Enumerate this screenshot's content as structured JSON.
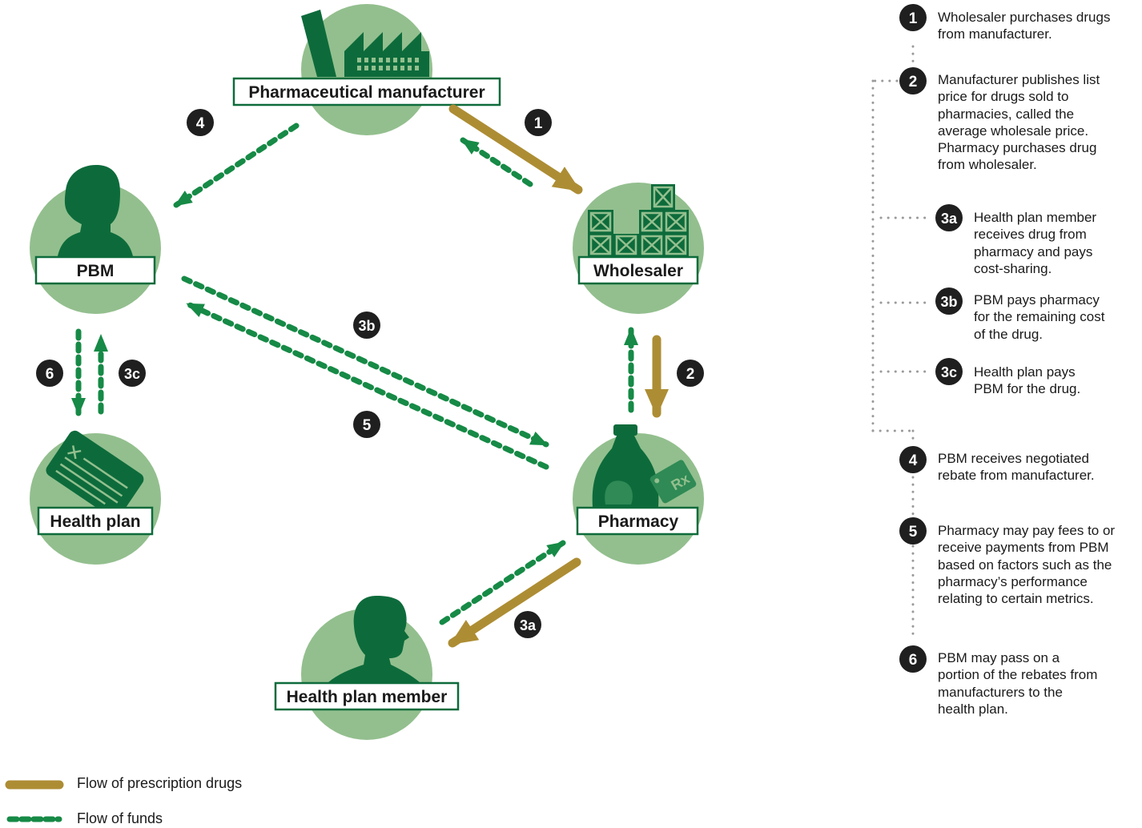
{
  "colors": {
    "circle": "#93bf8e",
    "icon": "#0d6b3b",
    "drug_flow": "#ad8d34",
    "funds_flow": "#168a46",
    "badge": "#1f1f1f",
    "box_border": "#0d6b3b"
  },
  "nodes": {
    "manufacturer": {
      "label": "Pharmaceutical manufacturer",
      "icon": "factory-icon"
    },
    "pbm": {
      "label": "PBM",
      "icon": "person-silhouette-icon"
    },
    "wholesaler": {
      "label": "Wholesaler",
      "icon": "crates-icon"
    },
    "health_plan": {
      "label": "Health plan",
      "icon": "insurance-card-icon"
    },
    "pharmacy": {
      "label": "Pharmacy",
      "icon": "rx-bottle-icon"
    },
    "member": {
      "label": "Health plan member",
      "icon": "person-profile-icon"
    }
  },
  "badges": {
    "b1": "1",
    "b2": "2",
    "b3a": "3a",
    "b3b": "3b",
    "b3c": "3c",
    "b4": "4",
    "b5": "5",
    "b6": "6"
  },
  "steps": [
    {
      "badge": "1",
      "lines": [
        "Wholesaler purchases drugs",
        "from manufacturer."
      ]
    },
    {
      "badge": "2",
      "lines": [
        "Manufacturer publishes list",
        "price for drugs sold to",
        "pharmacies, called the",
        "average wholesale price.",
        "Pharmacy purchases drug",
        "from wholesaler."
      ]
    },
    {
      "badge": "3a",
      "lines": [
        "Health plan member",
        "receives drug from",
        "pharmacy and pays",
        "cost-sharing."
      ]
    },
    {
      "badge": "3b",
      "lines": [
        "PBM pays pharmacy",
        "for the remaining cost",
        "of the drug."
      ]
    },
    {
      "badge": "3c",
      "lines": [
        "Health plan pays",
        "PBM for the drug."
      ]
    },
    {
      "badge": "4",
      "lines": [
        "PBM receives negotiated",
        "rebate from manufacturer."
      ]
    },
    {
      "badge": "5",
      "lines": [
        "Pharmacy may pay fees to or",
        "receive payments from PBM",
        "based on factors such as the",
        "pharmacy’s performance",
        "relating to certain metrics."
      ]
    },
    {
      "badge": "6",
      "lines": [
        "PBM may pass on a",
        "portion of the rebates from",
        "manufacturers to the",
        "health plan."
      ]
    }
  ],
  "legend": {
    "drugs": "Flow of prescription drugs",
    "funds": "Flow of funds"
  }
}
